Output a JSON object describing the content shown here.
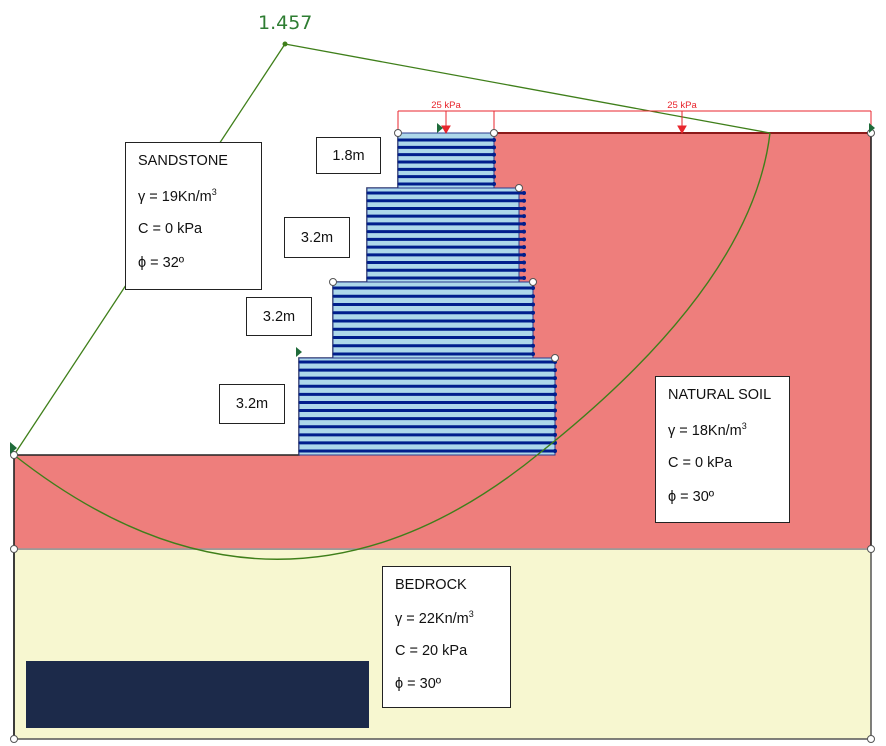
{
  "factor_of_safety": "1.457",
  "loads": [
    {
      "label": "25 kPa"
    },
    {
      "label": "25 kPa"
    }
  ],
  "heights": [
    "1.8m",
    "3.2m",
    "3.2m",
    "3.2m"
  ],
  "materials": {
    "sandstone": {
      "name": "SANDSTONE",
      "gamma_prefix": "γ = 19Kn/m",
      "gamma_sup": "3",
      "cohesion": "C = 0 kPa",
      "phi": "ϕ = 32º"
    },
    "natural_soil": {
      "name": "NATURAL SOIL",
      "gamma_prefix": "γ = 18Kn/m",
      "gamma_sup": "3",
      "cohesion": "C = 0 kPa",
      "phi": "ϕ = 30º"
    },
    "bedrock": {
      "name": "BEDROCK",
      "gamma_prefix": "γ = 22Kn/m",
      "gamma_sup": "3",
      "cohesion": "C = 20 kPa",
      "phi": "ϕ = 30º"
    }
  },
  "colors": {
    "natural_soil_fill": "#ee7e7c",
    "bedrock_fill": "#f7f7d0",
    "wall_fill": "#add8ea",
    "reinforcement": "#001e8c",
    "slip_surface": "#3f7f1a",
    "load_arrow": "#e8262d",
    "legend_bar": "#1c2a4a"
  }
}
